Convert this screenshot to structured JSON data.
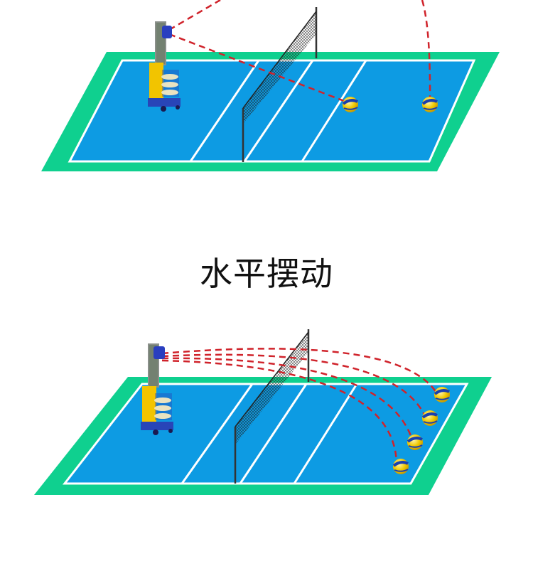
{
  "caption": {
    "text": "水平摆动"
  },
  "colors": {
    "surround": "#0fd08f",
    "court": "#0d9be3",
    "lines": "#ffffff",
    "trajectory": "#d0232b",
    "net": "#333333",
    "machine_body": "#f2c400",
    "machine_base": "#2845b8"
  },
  "top_diagram": {
    "description": "ball machine with two trajectories landing on far court",
    "balls": 2
  },
  "bottom_diagram": {
    "description": "ball machine swinging horizontally, four trajectories to far court",
    "balls": 4
  }
}
